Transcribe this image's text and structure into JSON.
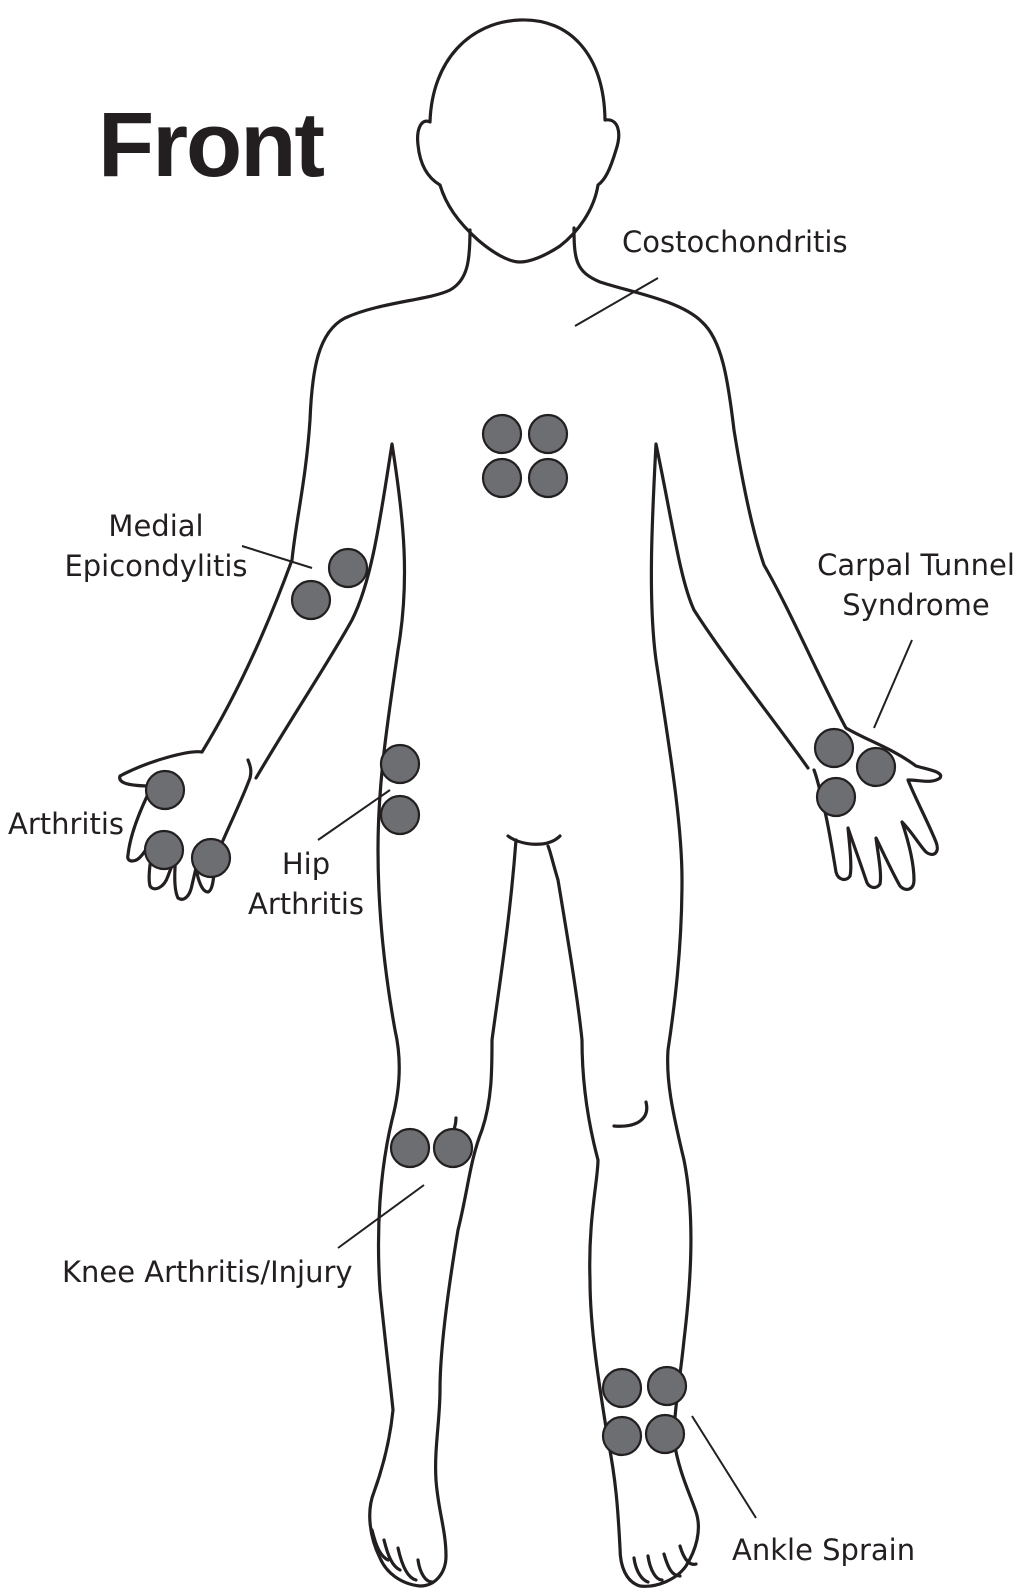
{
  "title": "Front",
  "labels": {
    "costochondritis": "Costochondritis",
    "medial_epicondylitis": [
      "Medial",
      "Epicondylitis"
    ],
    "carpal_tunnel": [
      "Carpal Tunnel",
      "Syndrome"
    ],
    "arthritis": "Arthritis",
    "hip_arthritis": [
      "Hip",
      "Arthritis"
    ],
    "knee": "Knee Arthritis/Injury",
    "ankle": "Ankle Sprain"
  },
  "colors": {
    "line": "#231f20",
    "marker_fill": "#6d6e71",
    "background": "#ffffff"
  }
}
